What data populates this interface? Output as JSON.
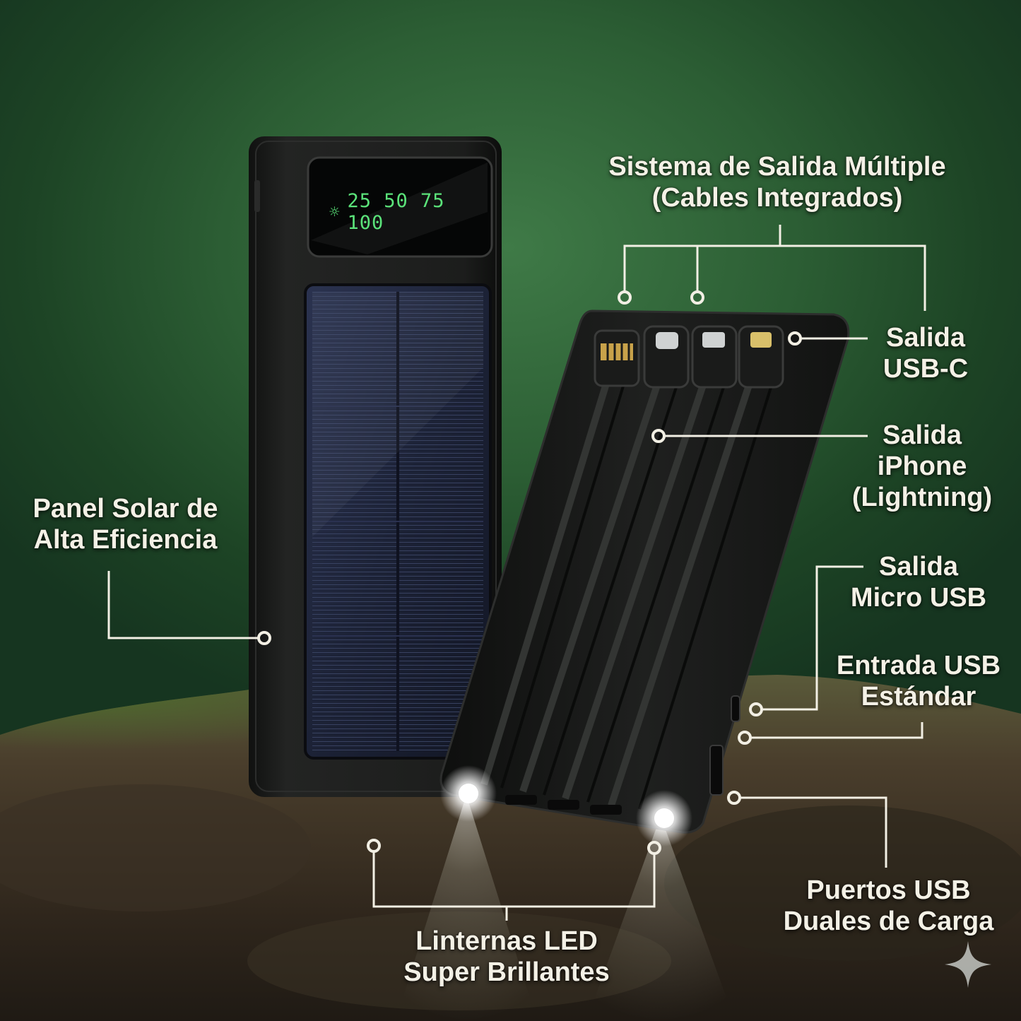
{
  "display": {
    "readout": "25 50 75 100",
    "icon": "sun-icon"
  },
  "labels": {
    "multi_output": {
      "line1": "Sistema de Salida Múltiple",
      "line2": "(Cables Integrados)"
    },
    "usb_c": {
      "line1": "Salida",
      "line2": "USB-C"
    },
    "iphone": {
      "line1": "Salida",
      "line2": "iPhone",
      "line3": "(Lightning)"
    },
    "micro_usb": {
      "line1": "Salida",
      "line2": "Micro USB"
    },
    "usb_input": {
      "line1": "Entrada USB",
      "line2": "Estándar"
    },
    "solar": {
      "line1": "Panel Solar de",
      "line2": "Alta Eficiencia"
    },
    "dual_usb": {
      "line1": "Puertos USB",
      "line2": "Duales de Carga"
    },
    "led": {
      "line1": "Linternas LED",
      "line2": "Super Brillantes"
    }
  },
  "colors": {
    "background": "#2c5e34",
    "label_text": "#f4f1e6",
    "callout_line": "#f2efe4",
    "device_body": "#1c1d1c",
    "display_digits": "#5be37a"
  }
}
